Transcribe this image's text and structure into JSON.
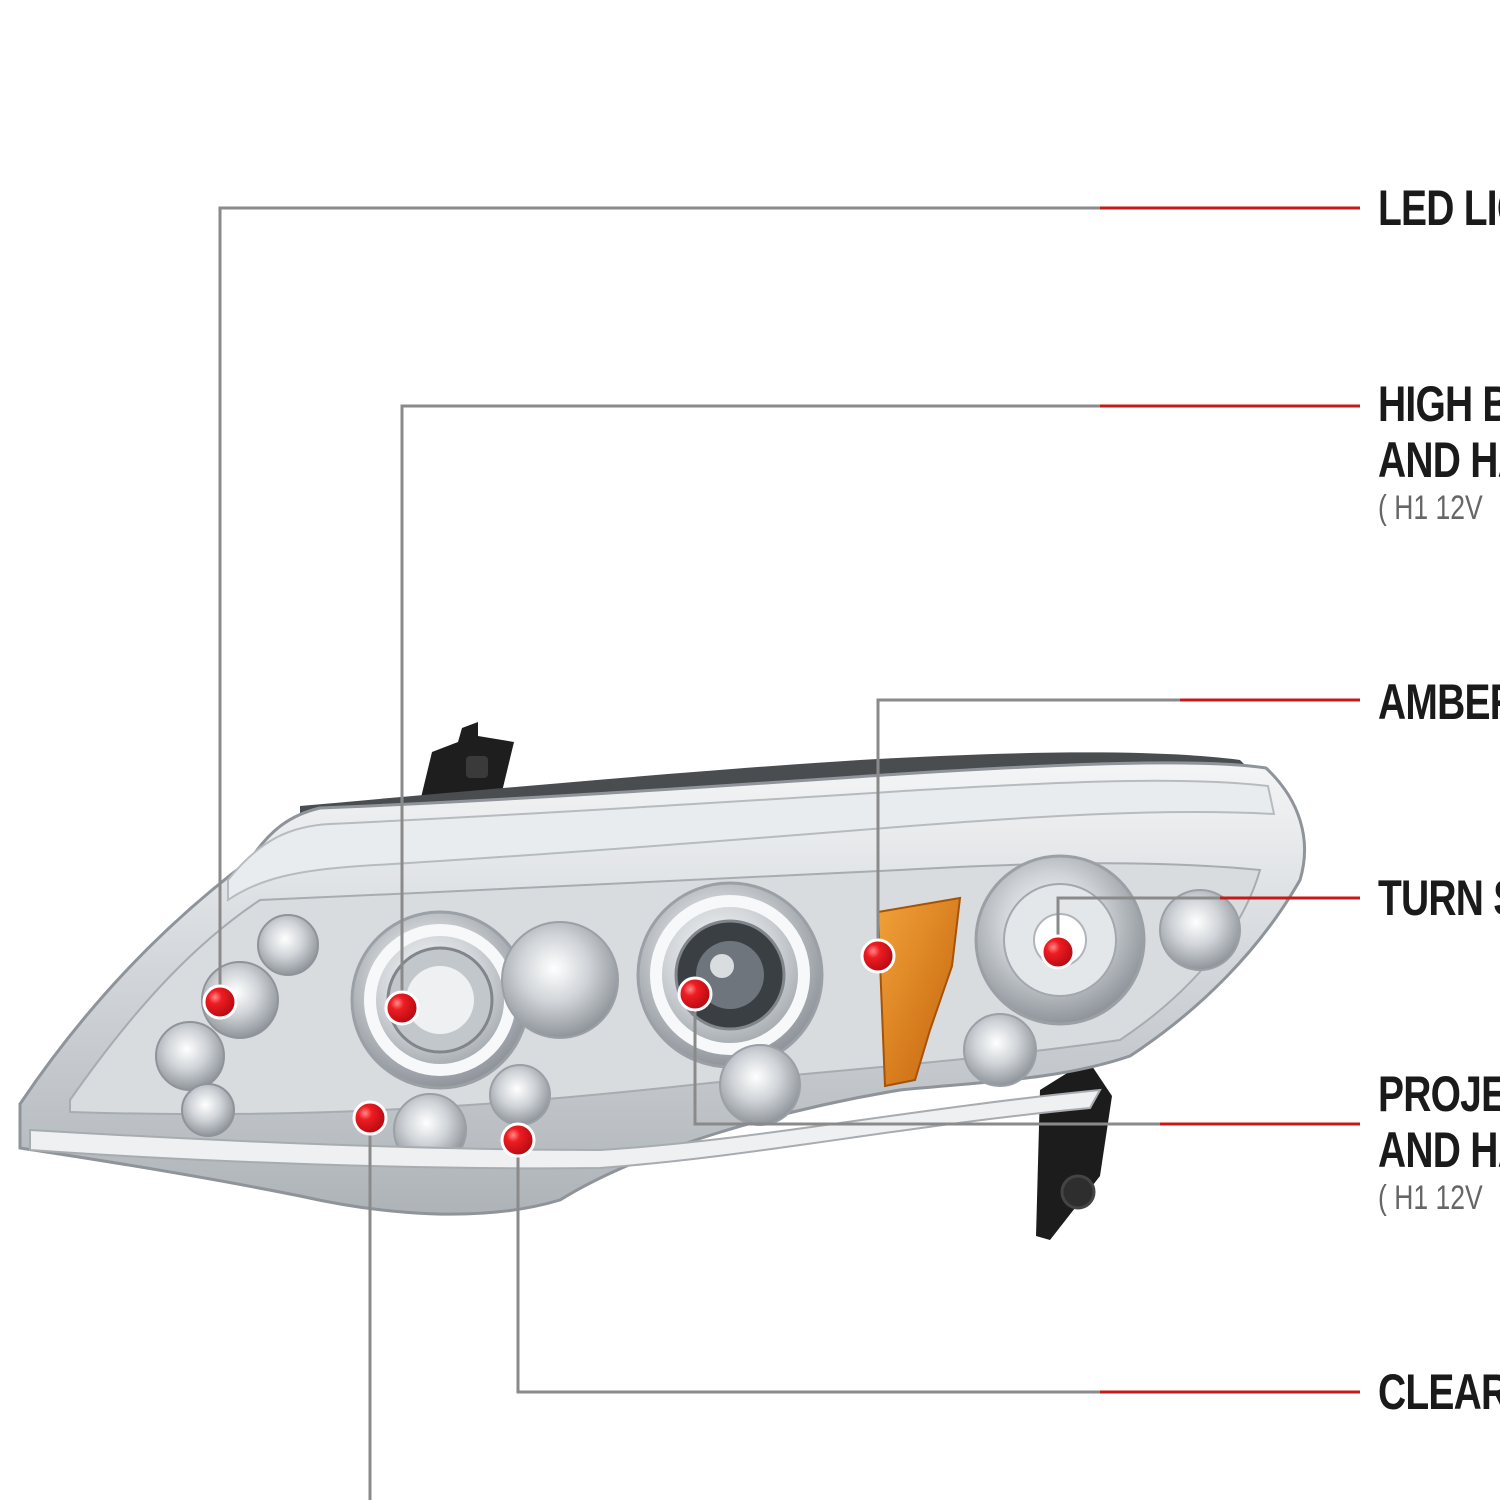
{
  "callouts": [
    {
      "id": "led",
      "lines": [
        "LED LIG"
      ],
      "sub": ""
    },
    {
      "id": "high-beam",
      "lines": [
        "HIGH B",
        "AND HA"
      ],
      "sub": "( H1  12V"
    },
    {
      "id": "amber",
      "lines": [
        "AMBER"
      ],
      "sub": ""
    },
    {
      "id": "turn",
      "lines": [
        "TURN S"
      ],
      "sub": ""
    },
    {
      "id": "projector",
      "lines": [
        "PROJEC",
        "AND HA"
      ],
      "sub": "( H1  12V"
    },
    {
      "id": "clear",
      "lines": [
        "CLEAR"
      ],
      "sub": ""
    }
  ],
  "colors": {
    "leader_line": "#8a8a8a",
    "leader_accent": "#c41a1a",
    "marker": "#e3141b",
    "amber_lens": "#d97a12",
    "chrome": "#c9cdd2",
    "bracket": "#1e1e1e"
  },
  "icons": [
    "headlight-illustration",
    "callout-marker-dot"
  ]
}
